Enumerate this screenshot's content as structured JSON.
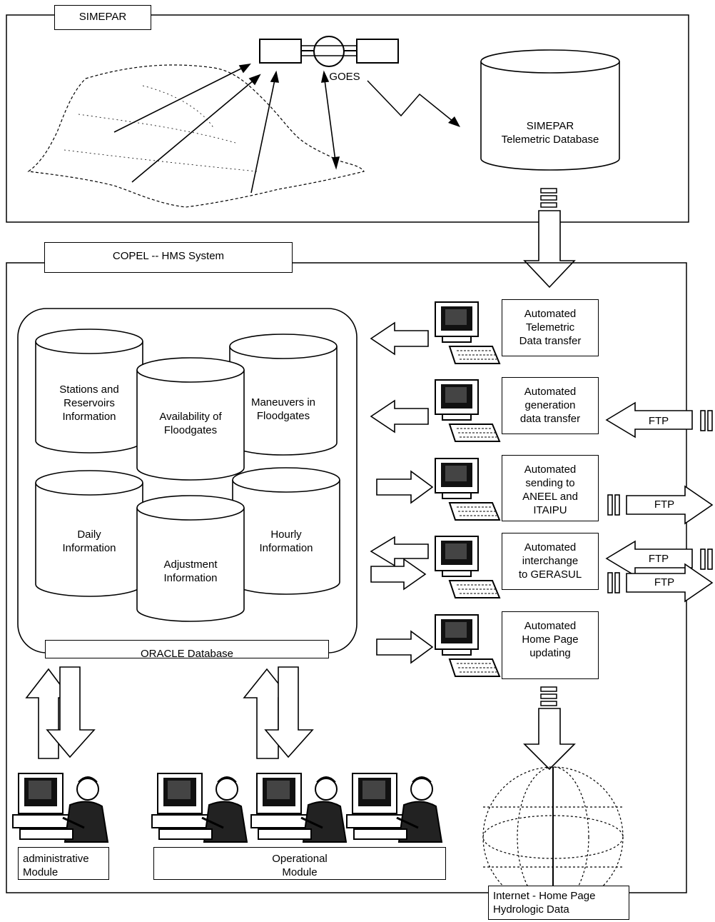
{
  "simepar": {
    "title": "SIMEPAR",
    "satellite_label": "GOES",
    "database_label": "SIMEPAR\nTelemetric Database"
  },
  "copel": {
    "title": "COPEL -- HMS System",
    "oracle_label": "ORACLE Database",
    "databases": {
      "stations": "Stations and\nReservoirs\nInformation",
      "floodgates_availability": "Availability of\nFloodgates",
      "maneuvers": "Maneuvers in\nFloodgates",
      "daily": "Daily\nInformation",
      "adjustment": "Adjustment\nInformation",
      "hourly": "Hourly\nInformation"
    },
    "processes": {
      "telemetric": "Automated\nTelemetric\nData transfer",
      "generation": "Automated\ngeneration\ndata transfer",
      "sending": "Automated\nsending to\nANEEL and\nITAIPU",
      "interchange": "Automated\ninterchange\nto GERASUL",
      "homepage": "Automated\nHome Page\nupdating"
    },
    "ftp_label": "FTP",
    "modules": {
      "administrative": "administrative\nModule",
      "operational": "Operational\nModule"
    }
  },
  "internet": {
    "label": "Internet  - Home Page\nHydrologic Data"
  }
}
